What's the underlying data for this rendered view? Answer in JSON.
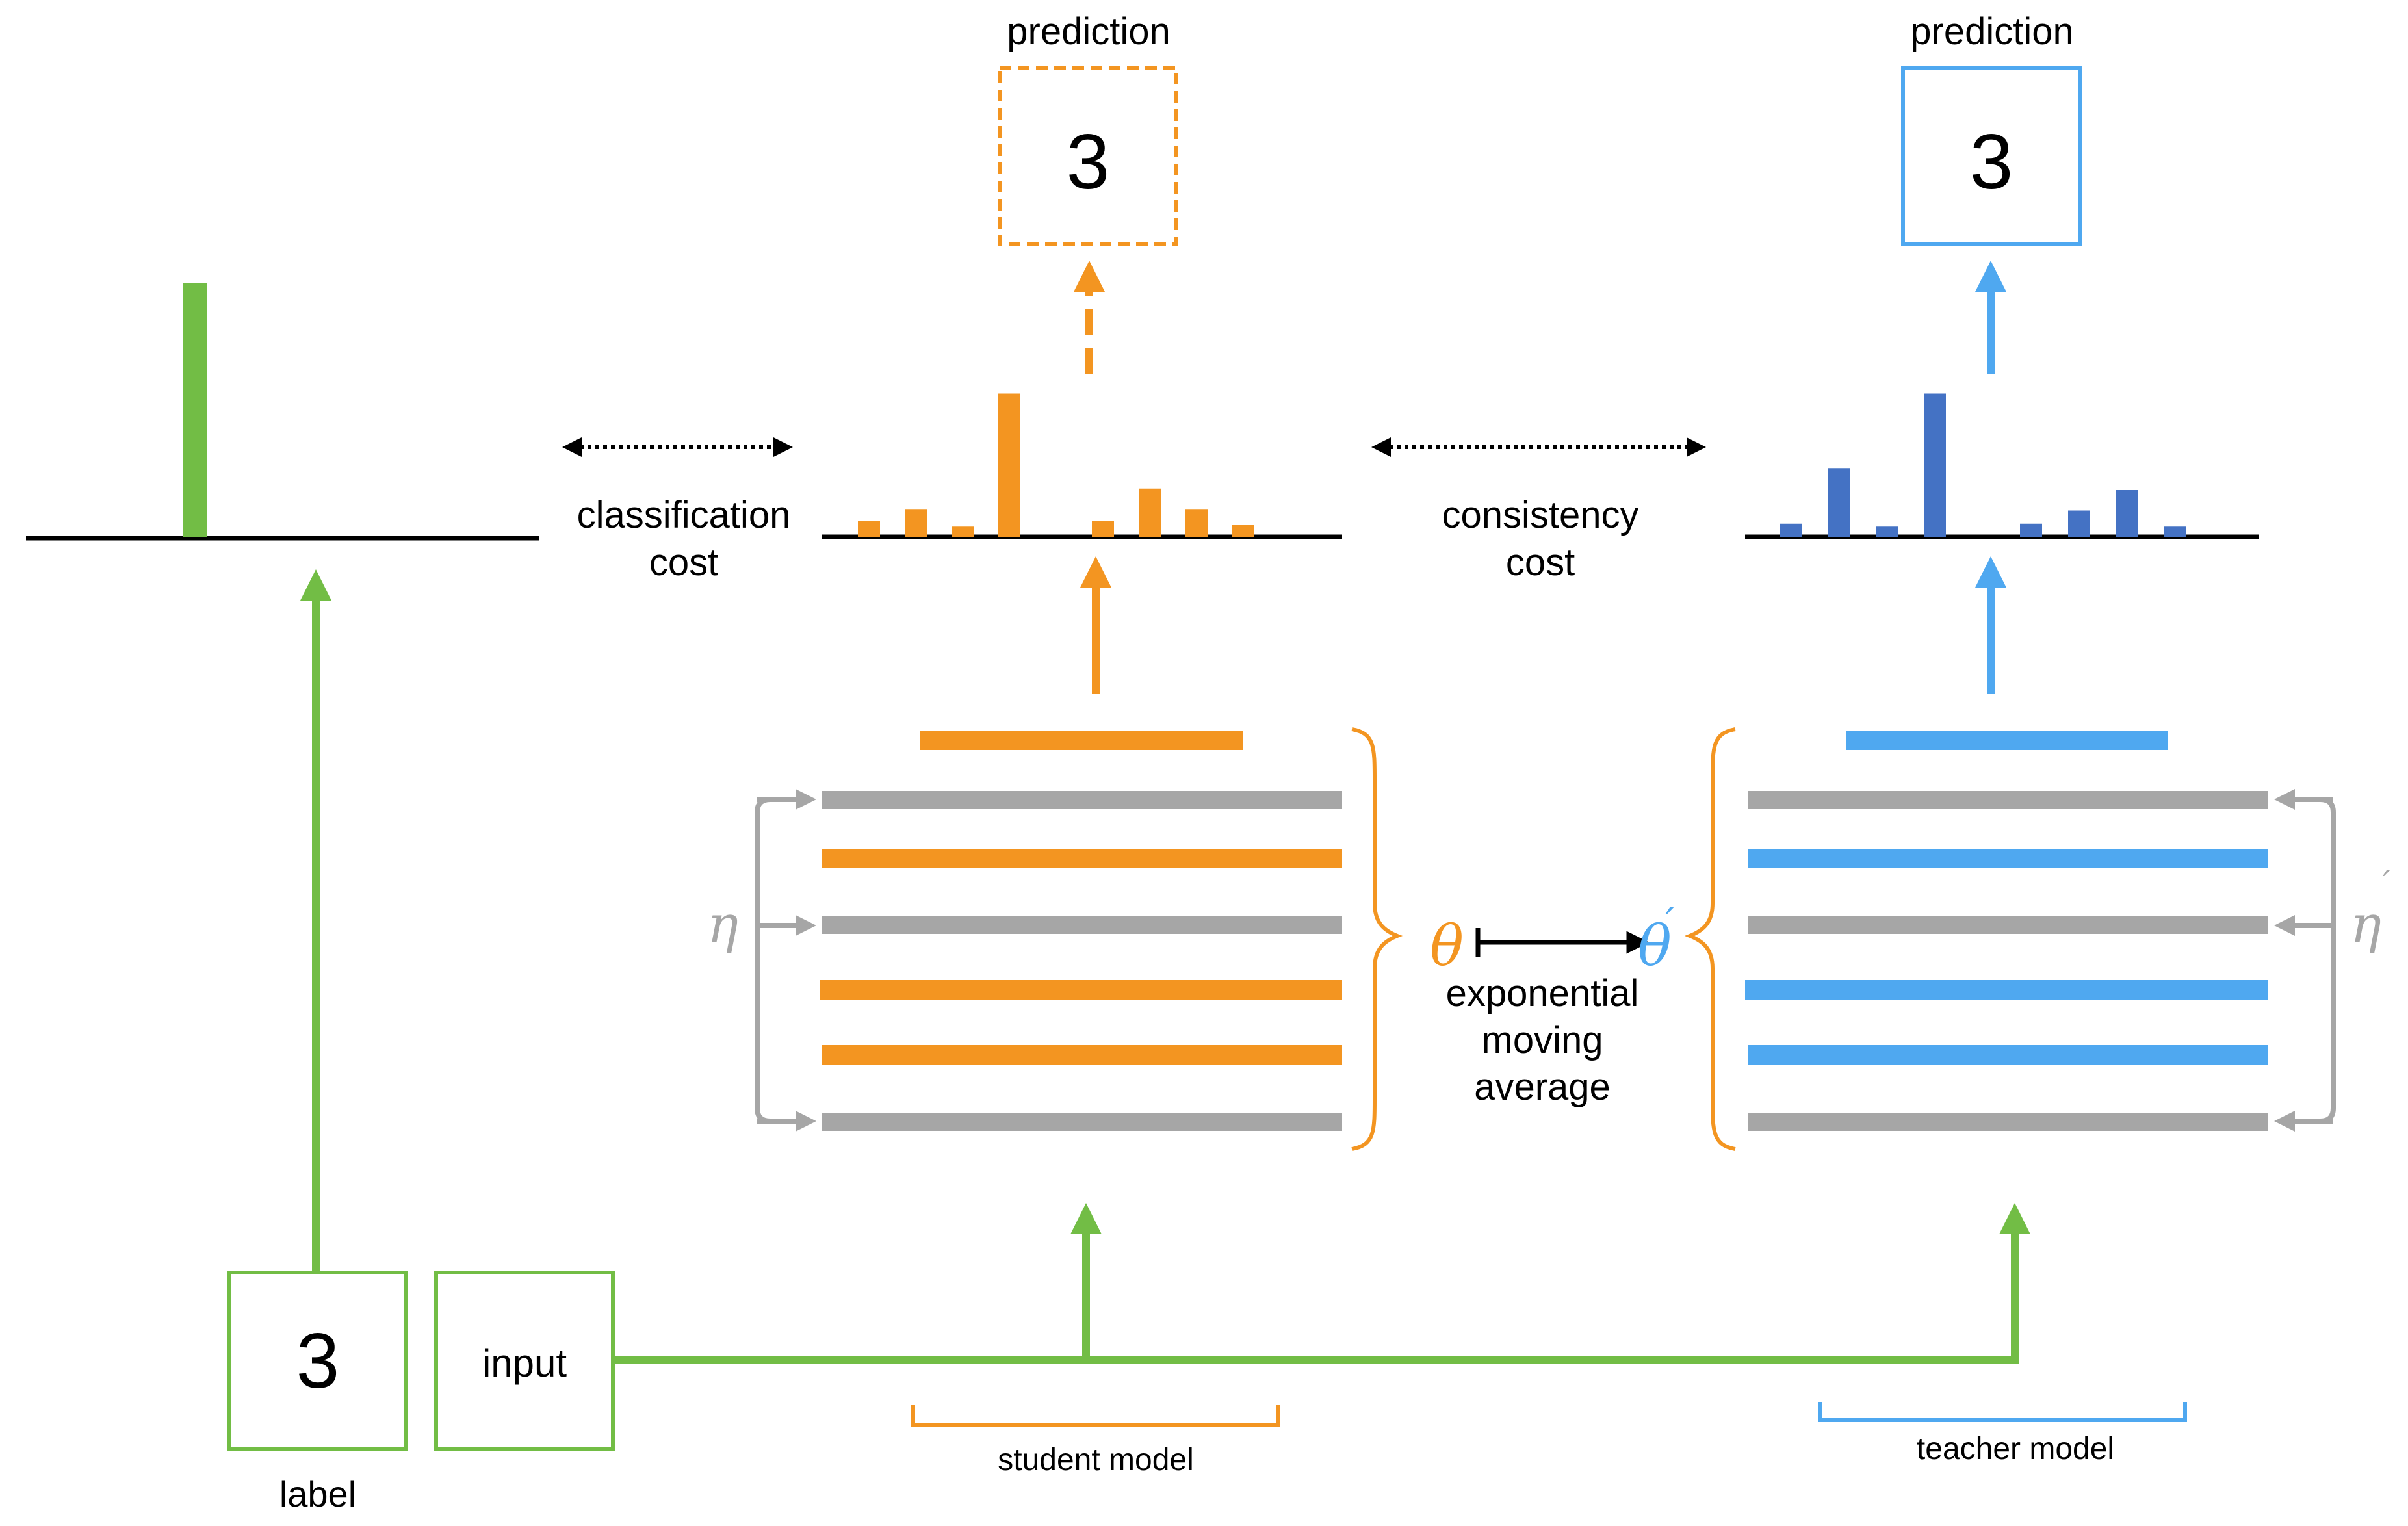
{
  "colors": {
    "green": "#72bd45",
    "orange": "#f39521",
    "blue_light": "#4fa8f0",
    "blue_dark": "#4472c4",
    "gray": "#a6a6a6",
    "black": "#000000"
  },
  "label_box": {
    "value": "3",
    "caption": "label"
  },
  "input_box": {
    "text": "input"
  },
  "label_distribution": {
    "values": [
      0,
      0,
      0,
      1,
      0,
      0,
      0,
      0,
      0,
      0
    ]
  },
  "classification_cost": {
    "line1": "classification",
    "line2": "cost"
  },
  "consistency_cost": {
    "line1": "consistency",
    "line2": "cost"
  },
  "student": {
    "prediction_title": "prediction",
    "prediction_value": "3",
    "distribution": [
      0.11,
      0.19,
      0.07,
      0.98,
      0.0,
      0.11,
      0.33,
      0.19,
      0.08
    ],
    "caption": "student model",
    "noise_symbol": "η",
    "params_symbol": "θ"
  },
  "teacher": {
    "prediction_title": "prediction",
    "prediction_value": "3",
    "distribution": [
      0.09,
      0.47,
      0.07,
      0.98,
      0.0,
      0.09,
      0.18,
      0.32,
      0.07
    ],
    "caption": "teacher model",
    "noise_symbol": "η",
    "noise_prime": "′",
    "params_symbol": "θ",
    "params_prime": "′"
  },
  "ema": {
    "line1": "exponential",
    "line2": "moving",
    "line3": "average"
  }
}
